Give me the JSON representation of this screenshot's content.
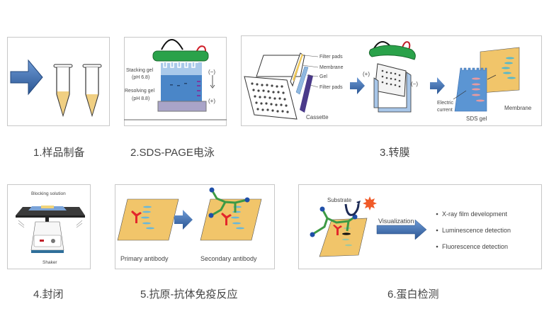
{
  "steps": [
    {
      "number": 1,
      "caption": "1.样品制备"
    },
    {
      "number": 2,
      "caption": "2.SDS-PAGE电泳",
      "labels": {
        "stacking_gel": "Stacking gel",
        "stacking_ph": "(pH 6.8)",
        "resolving_gel": "Resolving gel",
        "resolving_ph": "(pH 8.8)",
        "negative": "(−)",
        "positive": "(+)"
      }
    },
    {
      "number": 3,
      "caption": "3.转膜",
      "labels": {
        "filter_pads_top": "Filter pads",
        "membrane": "Membrane",
        "gel": "Gel",
        "filter_pads_bottom": "Filter pads",
        "cassette": "Cassette",
        "positive": "(+)",
        "negative": "(−)",
        "electric_current_1": "Electric",
        "electric_current_2": "current",
        "sds_gel": "SDS gel",
        "membrane_right": "Membrane"
      }
    },
    {
      "number": 4,
      "caption": "4.封闭",
      "labels": {
        "blocking_solution": "Blocking solution",
        "shaker": "Shaker"
      }
    },
    {
      "number": 5,
      "caption": "5.抗原-抗体免疫反应",
      "labels": {
        "primary": "Primary antibody",
        "secondary": "Secondary antibody"
      }
    },
    {
      "number": 6,
      "caption": "6.蛋白检测",
      "labels": {
        "substrate": "Substrate",
        "visualization": "Visualization"
      },
      "methods": [
        "X-ray film development",
        "Luminescence detection",
        "Fluorescence detection"
      ]
    }
  ],
  "colors": {
    "arrow_blue": "#3d6fb0",
    "gel_blue": "#4a86c8",
    "lid_green": "#2aa24a",
    "membrane_tan": "#f1c56a",
    "antibody_red": "#e3262b",
    "secondary_green": "#3d9a45",
    "node_blue": "#1f4fa8",
    "star_orange": "#f05a28"
  }
}
